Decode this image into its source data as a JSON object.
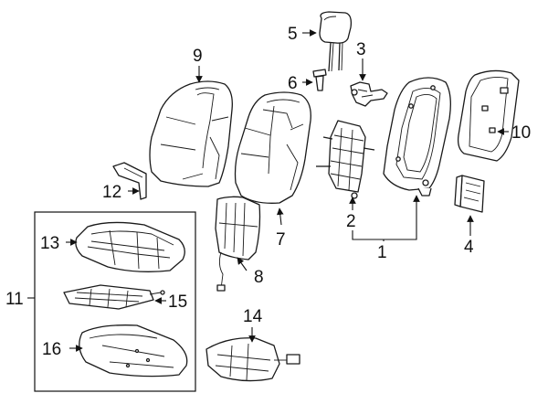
{
  "callouts": [
    {
      "id": "1",
      "label": "1"
    },
    {
      "id": "2",
      "label": "2"
    },
    {
      "id": "3",
      "label": "3"
    },
    {
      "id": "4",
      "label": "4"
    },
    {
      "id": "5",
      "label": "5"
    },
    {
      "id": "6",
      "label": "6"
    },
    {
      "id": "7",
      "label": "7"
    },
    {
      "id": "8",
      "label": "8"
    },
    {
      "id": "9",
      "label": "9"
    },
    {
      "id": "10",
      "label": "10"
    },
    {
      "id": "11",
      "label": "11"
    },
    {
      "id": "12",
      "label": "12"
    },
    {
      "id": "13",
      "label": "13"
    },
    {
      "id": "14",
      "label": "14"
    },
    {
      "id": "15",
      "label": "15"
    },
    {
      "id": "16",
      "label": "16"
    }
  ],
  "colors": {
    "line": "#1a1a1a",
    "background": "#ffffff"
  }
}
